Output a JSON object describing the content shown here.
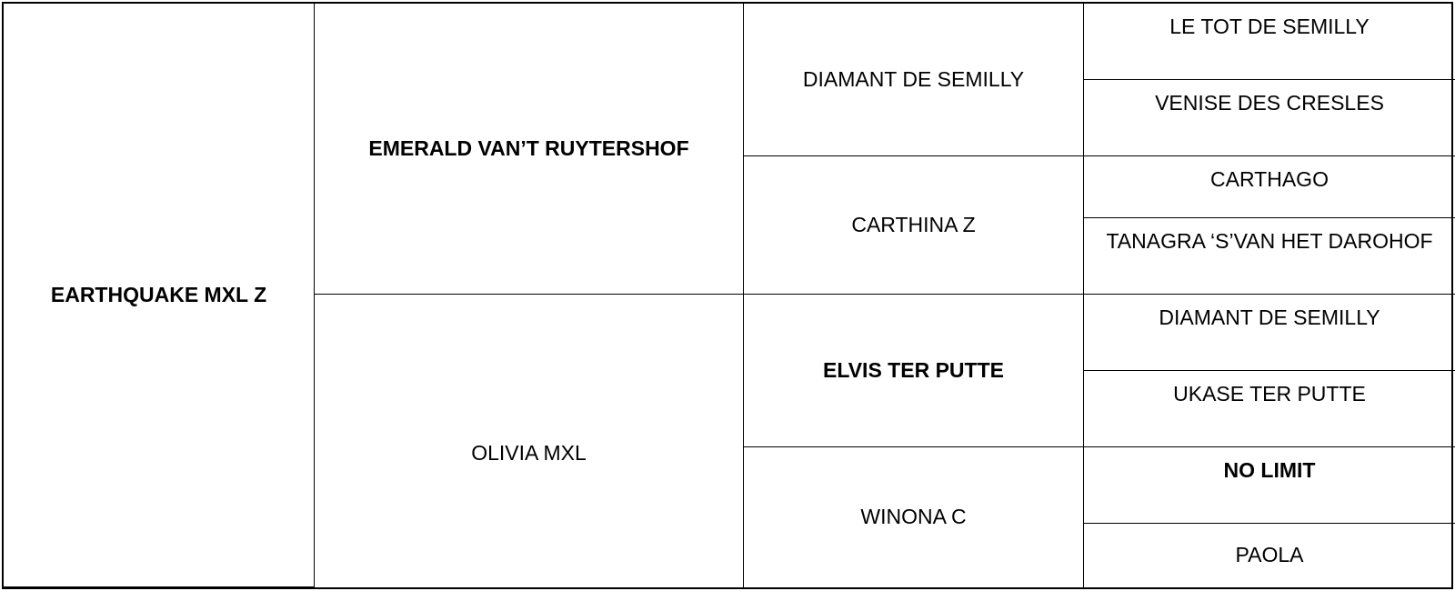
{
  "pedigree": {
    "horse": "EARTHQUAKE MXL Z",
    "sire": "EMERALD VAN’T RUYTERSHOF",
    "dam": "OLIVIA MXL",
    "sire_sire": "DIAMANT DE SEMILLY",
    "sire_dam": "CARTHINA Z",
    "dam_sire": "ELVIS TER PUTTE",
    "dam_dam": "WINONA C",
    "sire_sire_sire": "LE TOT DE SEMILLY",
    "sire_sire_dam": "VENISE DES CRESLES",
    "sire_dam_sire": "CARTHAGO",
    "sire_dam_dam": "TANAGRA ‘S’VAN HET DAROHOF",
    "dam_sire_sire": "DIAMANT DE SEMILLY",
    "dam_sire_dam": "UKASE TER PUTTE",
    "dam_dam_sire": "NO LIMIT",
    "dam_dam_dam": "PAOLA"
  }
}
